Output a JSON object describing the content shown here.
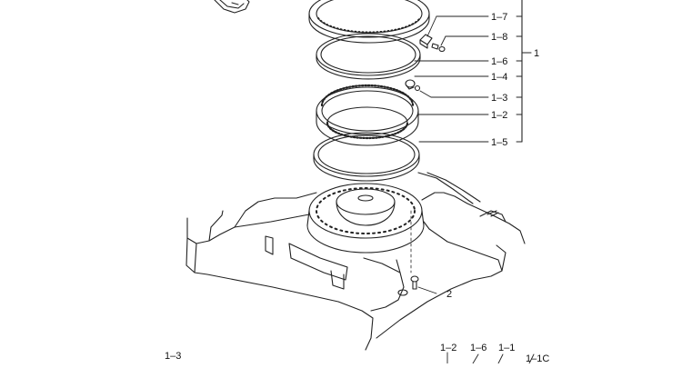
{
  "callouts": {
    "c_1_7": "1–7",
    "c_1_8": "1–8",
    "c_1_6": "1–6",
    "c_1_4": "1–4",
    "c_1_3": "1–3",
    "c_1_2": "1–2",
    "c_1_5": "1–5",
    "c_1": "1",
    "c_2": "2"
  },
  "bottom_labels": {
    "left_1_3": "1–3",
    "b_1_2": "1–2",
    "b_1_6": "1–6",
    "b_1_1": "1–1",
    "b_1_1c": "1–1C"
  },
  "colors": {
    "line": "#222222",
    "background": "#ffffff"
  }
}
